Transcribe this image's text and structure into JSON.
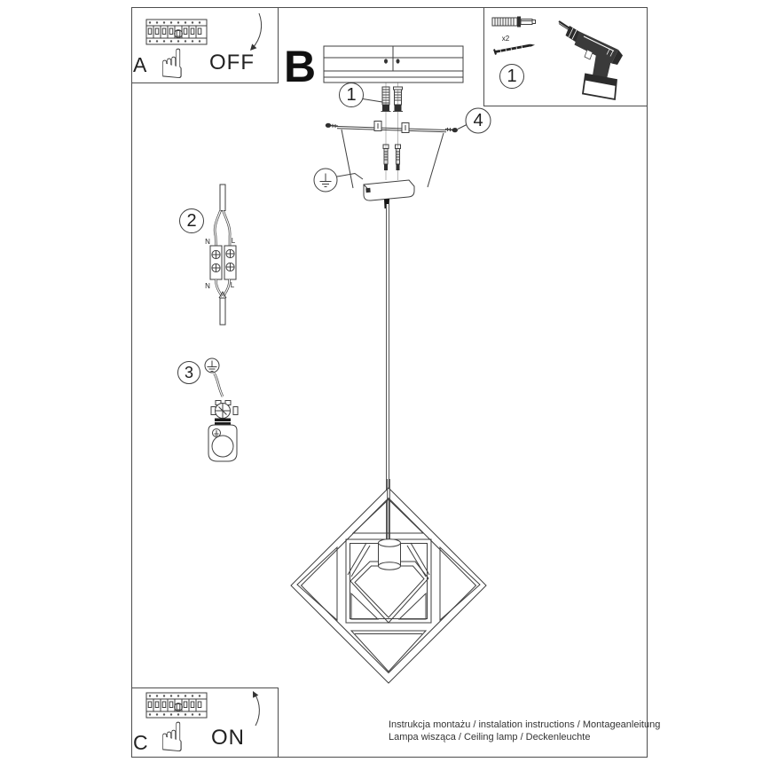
{
  "colors": {
    "line": "#3f3f3f",
    "frame": "#4d4d4d",
    "text": "#1e1e1e"
  },
  "icons": {
    "pointing_hand": "☝"
  },
  "breaker_box_off": {
    "label": "A",
    "action": "OFF"
  },
  "breaker_box_on": {
    "label": "C",
    "action": "ON"
  },
  "section_label": "B",
  "parts_box": {
    "step_number": "1",
    "anchor_quantity": "x2"
  },
  "steps": {
    "anchors": "1",
    "wiring": "2",
    "ground": "3",
    "bracket_screws": "4"
  },
  "wiring_labels": {
    "top_n": "N",
    "top_l": "L",
    "bottom_n": "N",
    "bottom_l": "L"
  },
  "footer": {
    "line1": "Instrukcja montażu / instalation instructions / Montageanleitung",
    "line2": "Lampa wisząca / Ceiling lamp / Deckenleuchte"
  }
}
